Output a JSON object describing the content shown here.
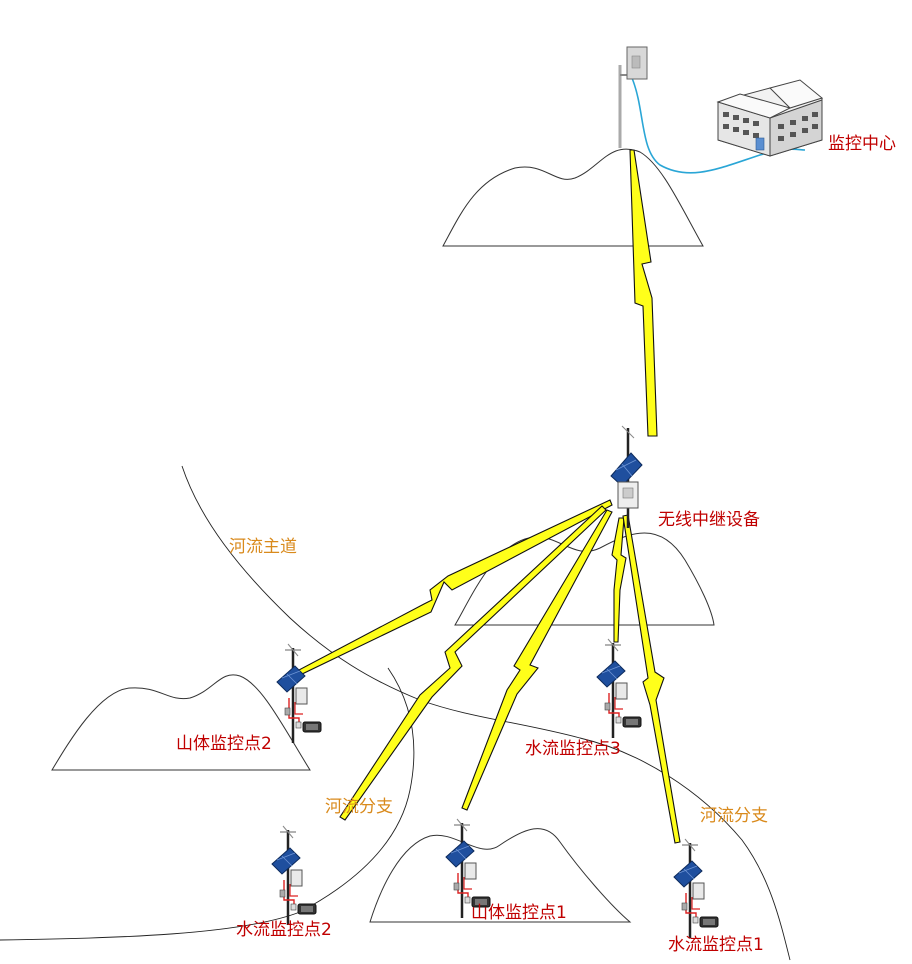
{
  "labels": {
    "monitoring_center": "监控中心",
    "wireless_relay": "无线中继设备",
    "river_main": "河流主道",
    "river_branch_left": "河流分支",
    "river_branch_right": "河流分支",
    "mountain_station_2": "山体监控点2",
    "water_station_3": "水流监控点3",
    "water_station_2": "水流监控点2",
    "mountain_station_1": "山体监控点1",
    "water_station_1": "水流监控点1"
  },
  "colors": {
    "node_label": "#c00000",
    "river_label": "#d98a1c",
    "link_bolt": "#ffff1a",
    "fiber_cable": "#2aa6d6",
    "outline": "#333333",
    "solar_panel": "#1f4f9e"
  }
}
